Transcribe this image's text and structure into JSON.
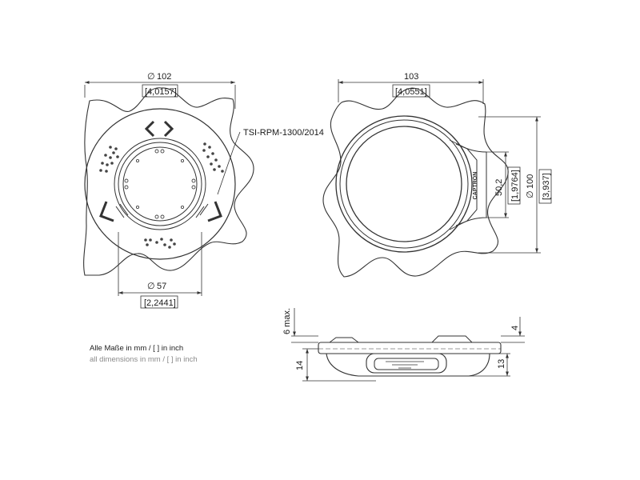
{
  "dimensions": {
    "top_diameter": "102",
    "top_diameter_in": "[4,0157]",
    "bottom_diameter": "57",
    "bottom_diameter_in": "[2,2441]",
    "width": "103",
    "width_in": "[4,0551]",
    "height_1": "50,2",
    "height_1_in": "[1,9764]",
    "outer_diameter": "100",
    "outer_diameter_in": "[3,937]",
    "max_height": "6 max.",
    "thickness_1": "4",
    "thickness_2": "14",
    "thickness_3": "13"
  },
  "labels": {
    "part_number": "TSI-RPM-1300/2014",
    "brand": "CAPTRON",
    "diameter_symbol": "∅"
  },
  "notes": {
    "german": "Alle Maße in mm / [ ] in inch",
    "english": "all dimensions in mm / [ ] in inch"
  }
}
